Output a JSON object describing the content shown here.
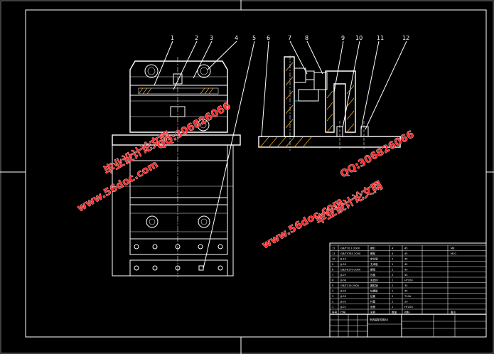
{
  "balloons": [
    "1",
    "2",
    "3",
    "4",
    "5",
    "6",
    "7",
    "8",
    "9",
    "10",
    "11",
    "12"
  ],
  "watermarks": {
    "site": "www.56doc.com",
    "qq": "QQ:306826066",
    "brand": "毕业设计论文网"
  },
  "title_block": {
    "drawing_title": "夹具装配总图A3",
    "bom_rows": [
      {
        "no": "12",
        "code": "GB/T70.1-2000",
        "name": "螺钉",
        "qty": "4",
        "material": "45",
        "note": "M8"
      },
      {
        "no": "11",
        "code": "GB/T5783-2000",
        "name": "螺栓",
        "qty": "4",
        "material": "45",
        "note": "M10"
      },
      {
        "no": "10",
        "code": "JJ-10",
        "name": "定位销",
        "qty": "2",
        "material": "45",
        "note": ""
      },
      {
        "no": "9",
        "code": "JJ-09",
        "name": "支承板",
        "qty": "1",
        "material": "45",
        "note": ""
      },
      {
        "no": "8",
        "code": "GB/T6170-2000",
        "name": "螺母",
        "qty": "2",
        "material": "45",
        "note": ""
      },
      {
        "no": "7",
        "code": "JJ-07",
        "name": "压板",
        "qty": "2",
        "material": "45",
        "note": ""
      },
      {
        "no": "6",
        "code": "JJ-06",
        "name": "夹具体",
        "qty": "1",
        "material": "HT200",
        "note": ""
      },
      {
        "no": "5",
        "code": "GB/T119-2000",
        "name": "圆柱销",
        "qty": "2",
        "material": "35",
        "note": ""
      },
      {
        "no": "4",
        "code": "JJ-04",
        "name": "钻模板",
        "qty": "1",
        "material": "45",
        "note": ""
      },
      {
        "no": "3",
        "code": "JJ-03",
        "name": "钻套",
        "qty": "2",
        "material": "T10A",
        "note": ""
      },
      {
        "no": "2",
        "code": "JJ-02",
        "name": "衬套",
        "qty": "2",
        "material": "20",
        "note": ""
      },
      {
        "no": "1",
        "code": "JJ-01",
        "name": "底座",
        "qty": "1",
        "material": "HT200",
        "note": ""
      }
    ],
    "headers": [
      "序号",
      "代号",
      "名称",
      "数量",
      "材料",
      "备注"
    ]
  }
}
